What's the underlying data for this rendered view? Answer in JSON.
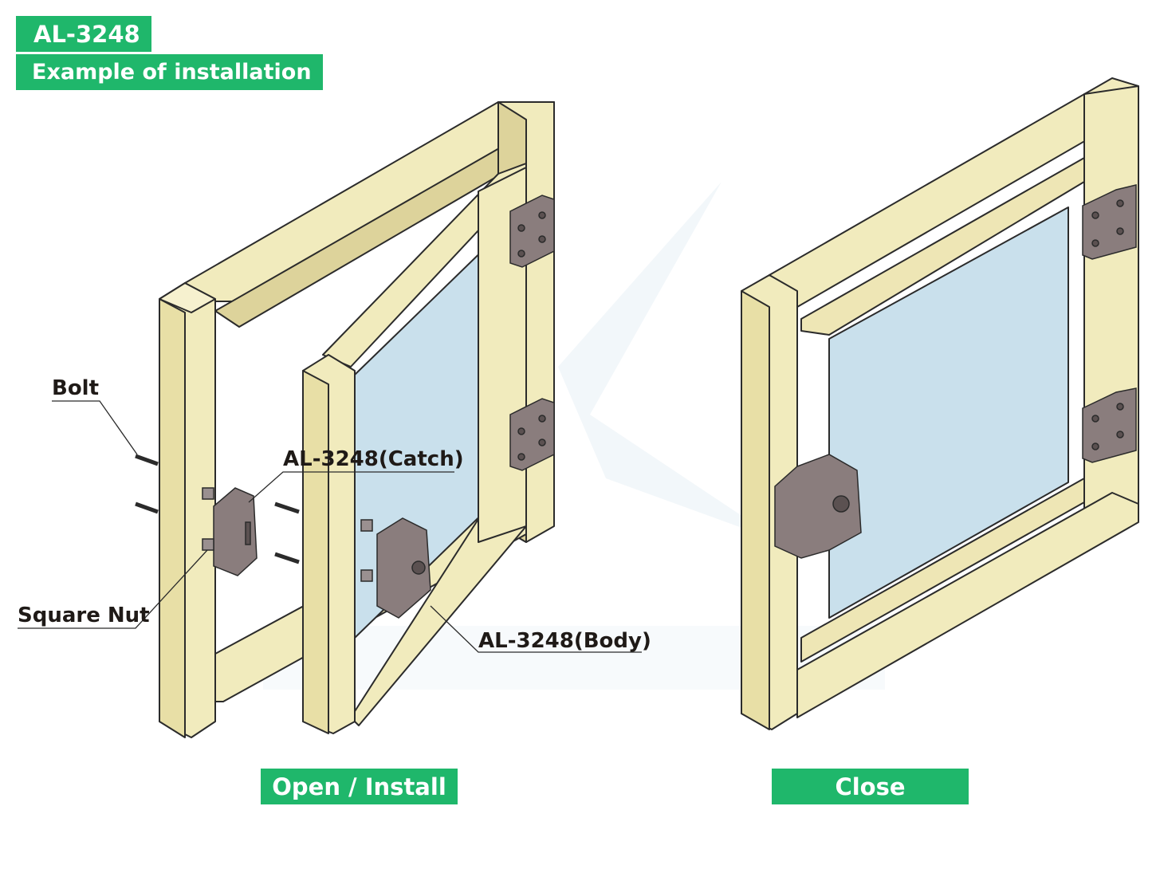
{
  "header": {
    "product_code": "AL-3248",
    "subtitle": "Example of installation"
  },
  "labels": {
    "bolt": "Bolt",
    "catch": "AL-3248(Catch)",
    "square_nut": "Square Nut",
    "body": "AL-3248(Body)"
  },
  "captions": {
    "open": "Open / Install",
    "close": "Close"
  },
  "colors": {
    "accent": "#1fb76b",
    "frame": "#f1ebbd",
    "frame_shadow": "#ddd39b",
    "glass": "#c9e0ec",
    "hardware": "#8a7d7d",
    "outline": "#2b2b2b"
  }
}
